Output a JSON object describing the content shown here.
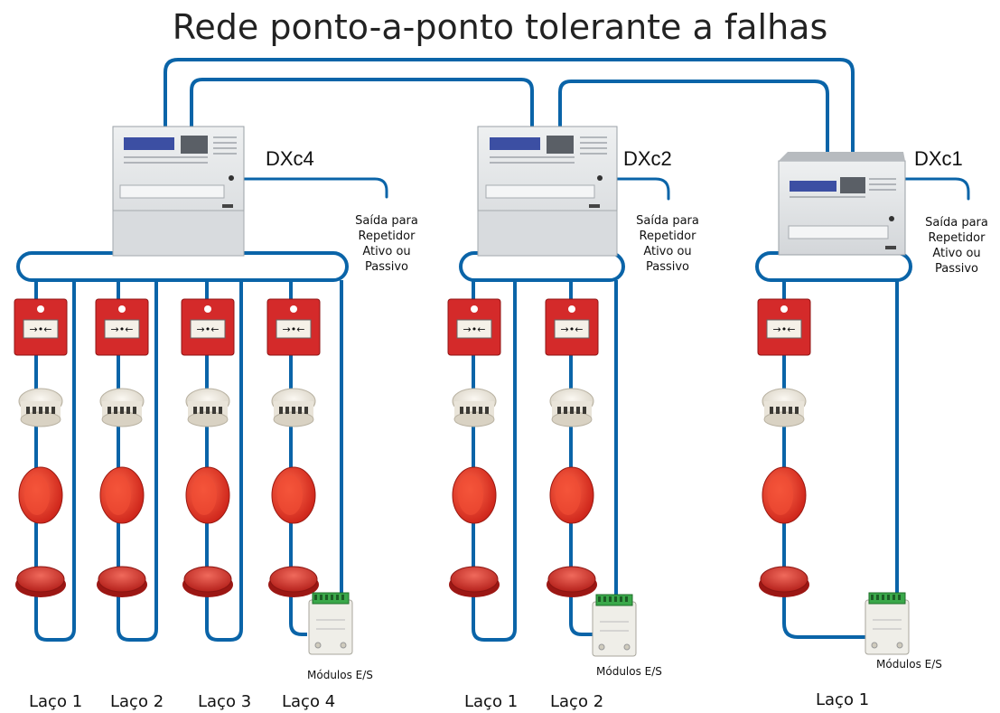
{
  "title": "Rede ponto-a-ponto tolerante a falhas",
  "colors": {
    "network_line": "#0a64a8",
    "panel_body": "#e3e5e7",
    "callpoint_red": "#d42a2a",
    "sounder_red": "#e8382a",
    "detector_white": "#ece8df"
  },
  "panels": [
    {
      "label": "DXc4",
      "repeater_text": [
        "Saída para",
        "Repetidor",
        "Ativo ou",
        "Passivo"
      ],
      "loops": [
        "Laço 1",
        "Laço 2",
        "Laço 3",
        "Laço 4"
      ],
      "module_label": "Módulos E/S"
    },
    {
      "label": "DXc2",
      "repeater_text": [
        "Saída para",
        "Repetidor",
        "Ativo ou",
        "Passivo"
      ],
      "loops": [
        "Laço 1",
        "Laço 2"
      ],
      "module_label": "Módulos E/S"
    },
    {
      "label": "DXc1",
      "repeater_text": [
        "Saída para",
        "Repetidor",
        "Ativo ou",
        "Passivo"
      ],
      "loops": [
        "Laço 1"
      ],
      "module_label": "Módulos E/S"
    }
  ],
  "icons": [
    "manual-call-point-icon",
    "smoke-detector-icon",
    "sounder-icon",
    "beacon-icon",
    "io-module-icon",
    "control-panel-icon"
  ]
}
